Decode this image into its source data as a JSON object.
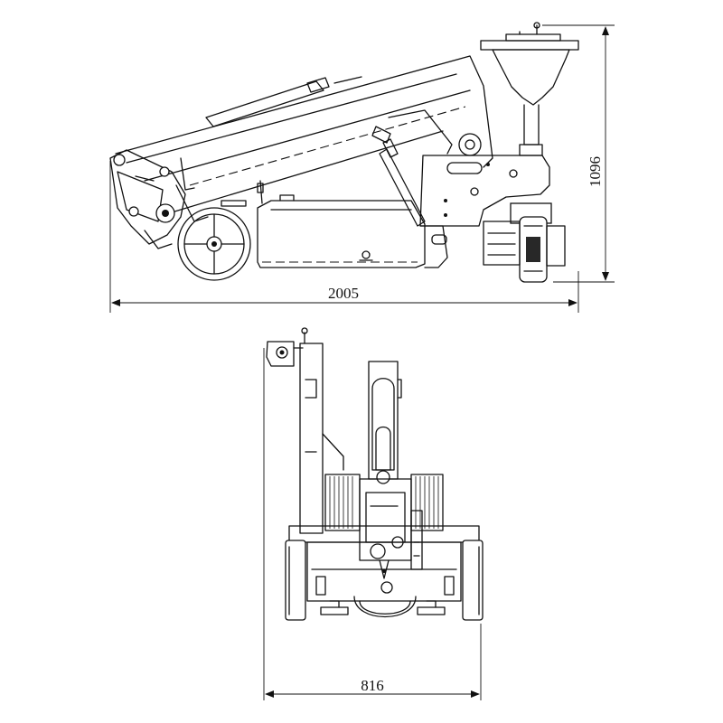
{
  "drawing": {
    "side_view": {
      "length_dimension": "2005",
      "height_dimension": "1096"
    },
    "front_view": {
      "width_dimension": "816"
    }
  }
}
